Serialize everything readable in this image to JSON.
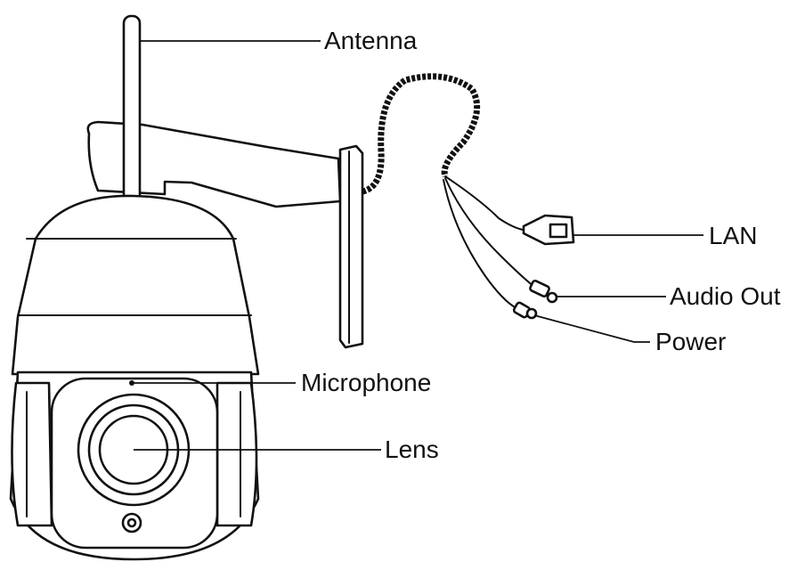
{
  "diagram": {
    "labels": {
      "antenna": "Antenna",
      "lan": "LAN",
      "audio_out": "Audio Out",
      "power": "Power",
      "microphone": "Microphone",
      "lens": "Lens"
    }
  }
}
